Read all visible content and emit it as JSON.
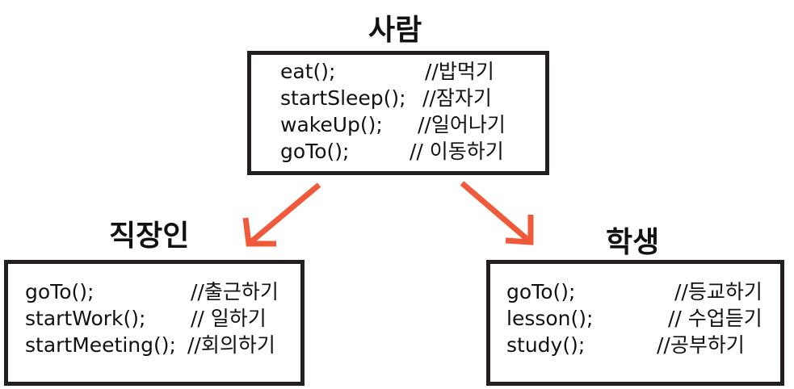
{
  "colors": {
    "arrow": "#f05a3a",
    "border": "#231f20",
    "text": "#111111"
  },
  "person": {
    "title": "사람",
    "items": [
      {
        "method": "eat();",
        "comment": "//밥먹기"
      },
      {
        "method": "startSleep();",
        "comment": "//잠자기"
      },
      {
        "method": "wakeUp();",
        "comment": "//일어나기"
      },
      {
        "method": "goTo();",
        "comment": "// 이동하기"
      }
    ]
  },
  "worker": {
    "title": "직장인",
    "items": [
      {
        "method": "goTo();",
        "comment": "//출근하기"
      },
      {
        "method": "startWork();",
        "comment": "// 일하기"
      },
      {
        "method": "startMeeting();",
        "comment": "//회의하기"
      }
    ]
  },
  "student": {
    "title": "학생",
    "items": [
      {
        "method": "goTo();",
        "comment": "//등교하기"
      },
      {
        "method": "lesson();",
        "comment": "// 수업듣기"
      },
      {
        "method": "study();",
        "comment": "//공부하기"
      }
    ]
  }
}
